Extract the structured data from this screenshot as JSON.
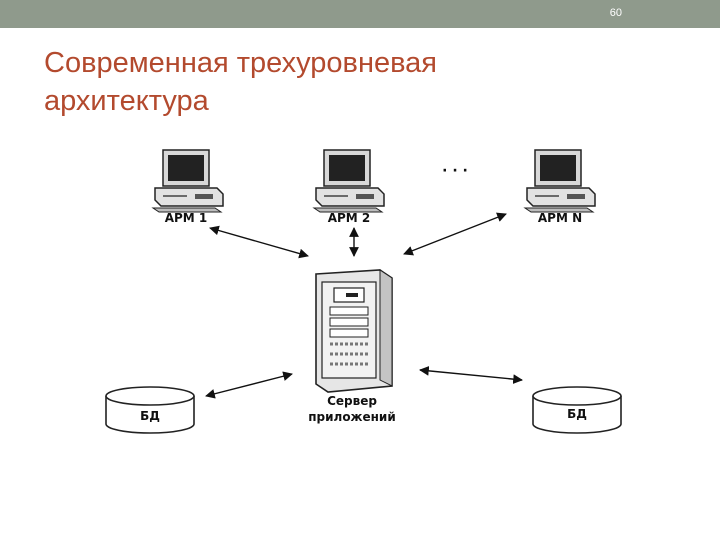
{
  "header": {
    "slide_number": "60"
  },
  "title": {
    "line1": "Современная трехуровневая",
    "line2": "архитектура"
  },
  "diagram": {
    "workstations": [
      {
        "label": "АРМ 1",
        "icon": "computer-icon"
      },
      {
        "label": "АРМ 2",
        "icon": "computer-icon"
      },
      {
        "label": "АРМ N",
        "icon": "computer-icon"
      }
    ],
    "ellipsis": "· · ·",
    "server": {
      "label_line1": "Сервер",
      "label_line2": "приложений",
      "icon": "server-icon"
    },
    "databases": [
      {
        "label": "БД",
        "icon": "database-icon"
      },
      {
        "label": "БД",
        "icon": "database-icon"
      }
    ]
  },
  "colors": {
    "title": "#b34a2e",
    "topbar": "#8f9a8c"
  }
}
